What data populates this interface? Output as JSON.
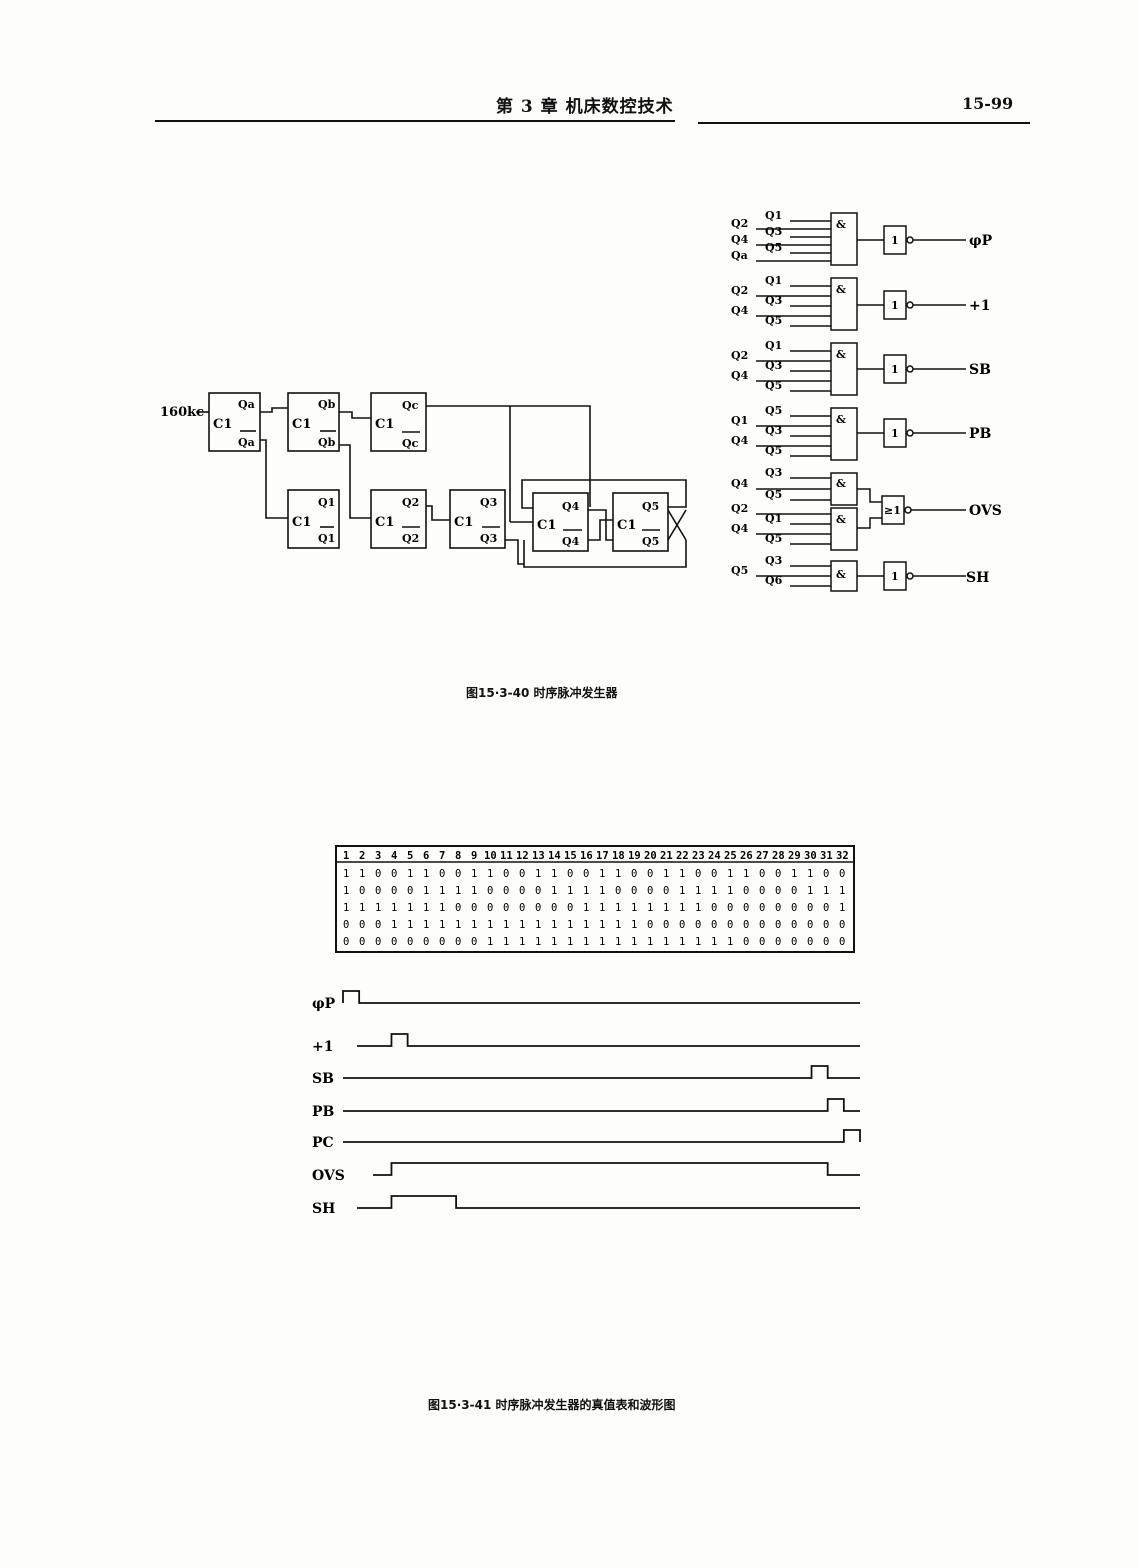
{
  "header": {
    "chapter_title": "第 3 章   机床数控技术",
    "page_number": "15-99"
  },
  "figure1": {
    "caption": "图15·3-40  时序脉冲发生器",
    "clock_label": "160kc",
    "counter_outputs": [
      "Qa",
      "Qa",
      "Qb",
      "Qb",
      "Qc",
      "Qc"
    ],
    "ring_outputs": [
      "Q1",
      "Q1",
      "Q2",
      "Q2",
      "Q3",
      "Q3",
      "Q4",
      "Q4",
      "Q5",
      "Q5"
    ],
    "flipflop_label": "C1",
    "gate_and": "&",
    "gate_or": "≥1",
    "gate_not": "1",
    "gate_inputs": [
      [
        "Q1",
        "Q2",
        "Q3",
        "Q4",
        "Q5",
        "Qa"
      ],
      [
        "Q1",
        "Q2",
        "Q3",
        "Q4",
        "Q5"
      ],
      [
        "Q1",
        "Q2",
        "Q3",
        "Q4",
        "Q5"
      ],
      [
        "Q5",
        "Q1",
        "Q3",
        "Q4",
        "Q5"
      ],
      [
        "Q3",
        "Q4",
        "Q5",
        "Q2",
        "Q1",
        "Q4",
        "Q5"
      ],
      [
        "Q3",
        "Q5",
        "Q6"
      ]
    ],
    "outputs": [
      "φP",
      "+1",
      "SB",
      "PB",
      "OVS",
      "SH"
    ]
  },
  "figure2": {
    "caption": "图15·3-41  时序脉冲发生器的真值表和波形图",
    "table_header": [
      "1",
      "2",
      "3",
      "4",
      "5",
      "6",
      "7",
      "8",
      "9",
      "10",
      "11",
      "12",
      "13",
      "14",
      "15",
      "16",
      "17",
      "18",
      "19",
      "20",
      "21",
      "22",
      "23",
      "24",
      "25",
      "26",
      "27",
      "28",
      "29",
      "30",
      "31",
      "32"
    ],
    "table_rows": [
      "11001100110011001100110011001100",
      "10000111100001111000011110000111",
      "11111110000000011111111000000001",
      "00011111111111111110000000000000",
      "00000000011111111111111110000000"
    ],
    "waveform_labels": [
      "φP",
      "+1",
      "SB",
      "PB",
      "PC",
      "OVS",
      "SH"
    ]
  }
}
